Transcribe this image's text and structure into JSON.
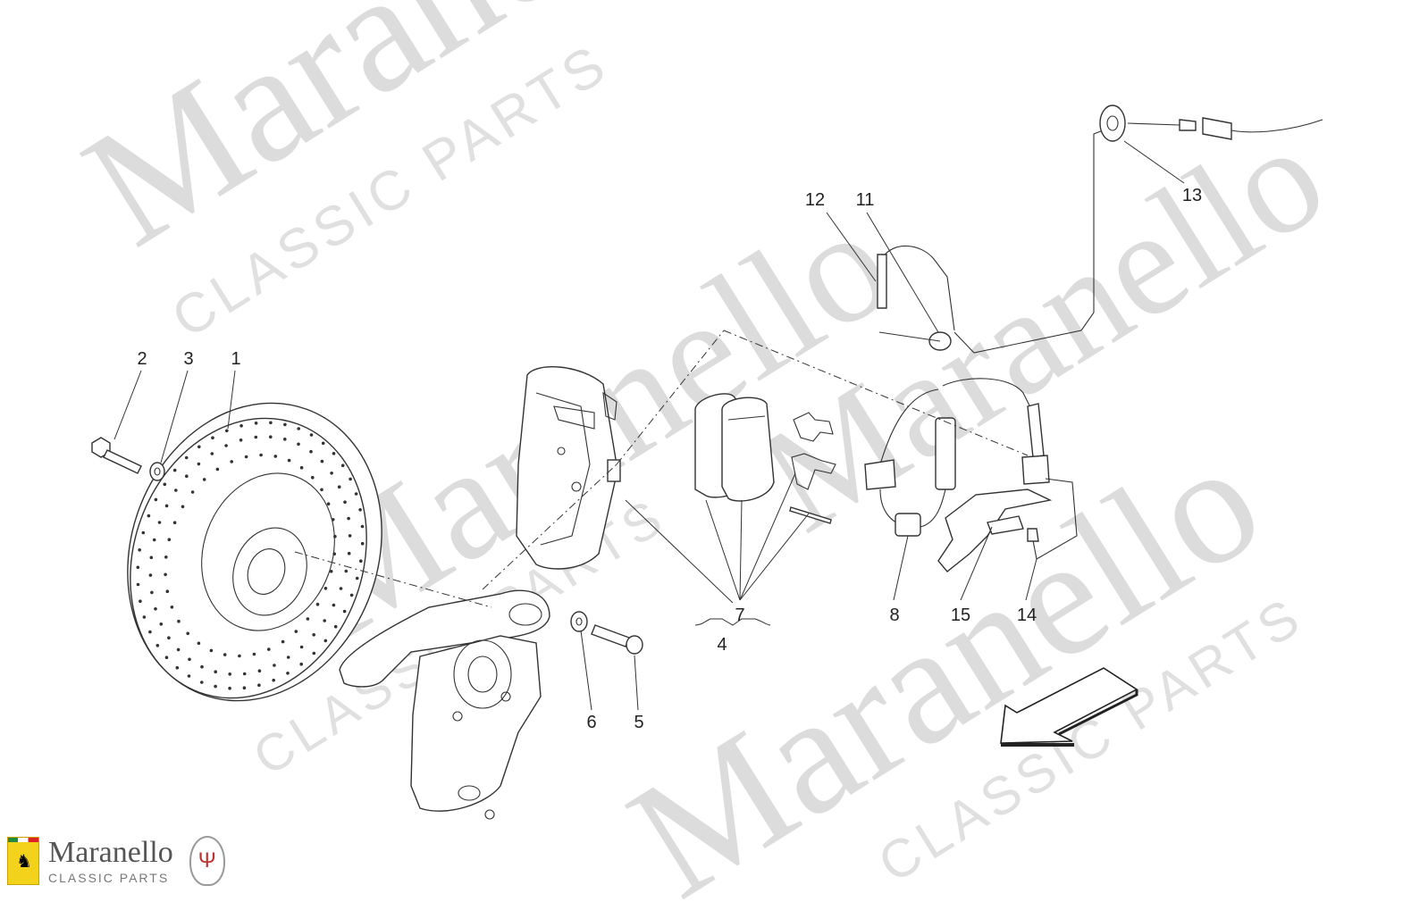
{
  "watermark": {
    "brand_name": "Maranello",
    "brand_sub": "CLASSIC PARTS"
  },
  "footer_logo": {
    "name": "Maranello",
    "sub": "CLASSIC PARTS",
    "flag_icon": "prancing-horse-shield-icon",
    "seal_icon": "trident-seal-icon"
  },
  "callouts": {
    "c1": "1",
    "c2": "2",
    "c3": "3",
    "c4": "4",
    "c5": "5",
    "c6": "6",
    "c7": "7",
    "c8": "8",
    "c11": "11",
    "c12": "12",
    "c13": "13",
    "c14": "14",
    "c15": "15"
  },
  "direction_arrow_icon": "front-direction-arrow-icon"
}
